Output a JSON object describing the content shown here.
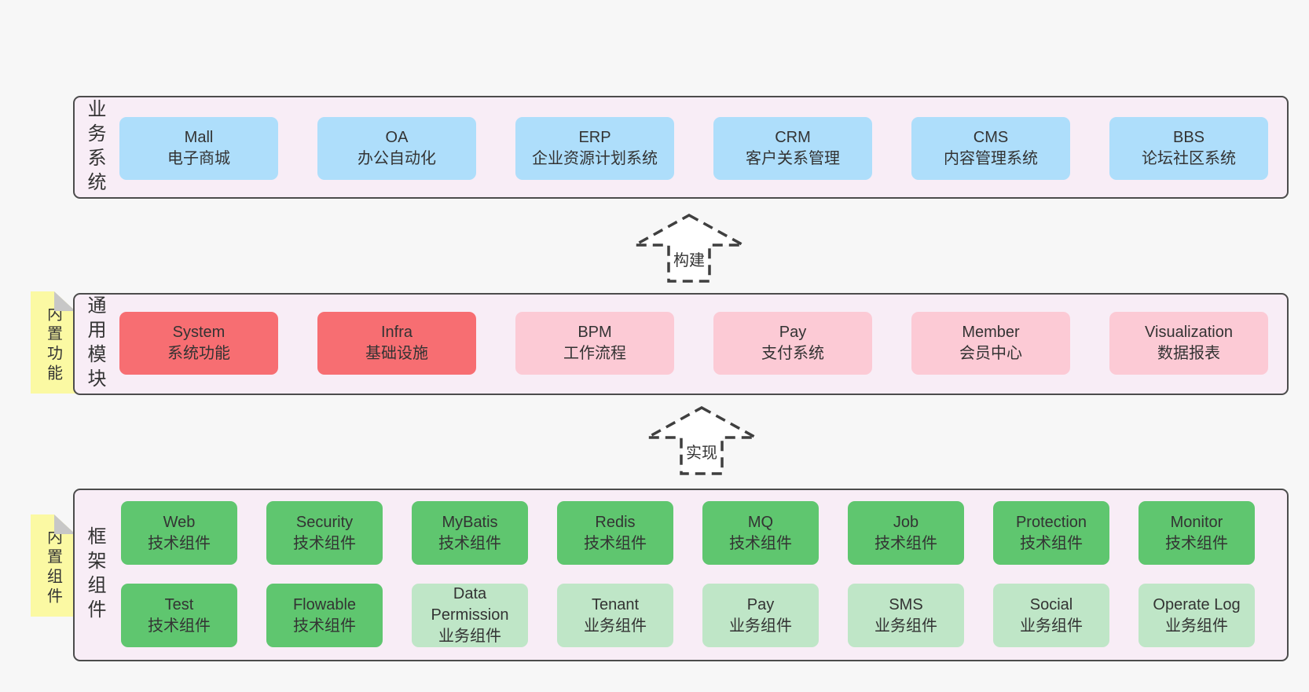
{
  "colors": {
    "page_bg": "#f7f7f7",
    "band_bg": "#f8edf6",
    "band_border": "#4c4c4c",
    "box_blue": "#aedefb",
    "box_red": "#f76e72",
    "box_pink": "#fccad5",
    "box_green_dark": "#5fc66f",
    "box_green_light": "#bfe6c7",
    "note_yellow": "#fbf9a3",
    "note_fold": "#c7c7c7",
    "text": "#333333"
  },
  "bands": [
    {
      "label": "业务系统",
      "boxes": [
        {
          "title": "Mall",
          "subtitle": "电子商城"
        },
        {
          "title": "OA",
          "subtitle": "办公自动化"
        },
        {
          "title": "ERP",
          "subtitle": "企业资源计划系统"
        },
        {
          "title": "CRM",
          "subtitle": "客户关系管理"
        },
        {
          "title": "CMS",
          "subtitle": "内容管理系统"
        },
        {
          "title": "BBS",
          "subtitle": "论坛社区系统"
        }
      ]
    },
    {
      "label": "通用模块",
      "note": "内置功能",
      "boxes": [
        {
          "title": "System",
          "subtitle": "系统功能"
        },
        {
          "title": "Infra",
          "subtitle": "基础设施"
        },
        {
          "title": "BPM",
          "subtitle": "工作流程"
        },
        {
          "title": "Pay",
          "subtitle": "支付系统"
        },
        {
          "title": "Member",
          "subtitle": "会员中心"
        },
        {
          "title": "Visualization",
          "subtitle": "数据报表"
        }
      ]
    },
    {
      "label": "框架组件",
      "note": "内置组件",
      "rows": [
        [
          {
            "title": "Web",
            "subtitle": "技术组件"
          },
          {
            "title": "Security",
            "subtitle": "技术组件"
          },
          {
            "title": "MyBatis",
            "subtitle": "技术组件"
          },
          {
            "title": "Redis",
            "subtitle": "技术组件"
          },
          {
            "title": "MQ",
            "subtitle": "技术组件"
          },
          {
            "title": "Job",
            "subtitle": "技术组件"
          },
          {
            "title": "Protection",
            "subtitle": "技术组件"
          },
          {
            "title": "Monitor",
            "subtitle": "技术组件"
          }
        ],
        [
          {
            "title": "Test",
            "subtitle": "技术组件"
          },
          {
            "title": "Flowable",
            "subtitle": "技术组件"
          },
          {
            "title": "Data Permission",
            "subtitle": "业务组件"
          },
          {
            "title": "Tenant",
            "subtitle": "业务组件"
          },
          {
            "title": "Pay",
            "subtitle": "业务组件"
          },
          {
            "title": "SMS",
            "subtitle": "业务组件"
          },
          {
            "title": "Social",
            "subtitle": "业务组件"
          },
          {
            "title": "Operate Log",
            "subtitle": "业务组件"
          }
        ]
      ]
    }
  ],
  "arrows": [
    {
      "label": "构建"
    },
    {
      "label": "实现"
    }
  ]
}
